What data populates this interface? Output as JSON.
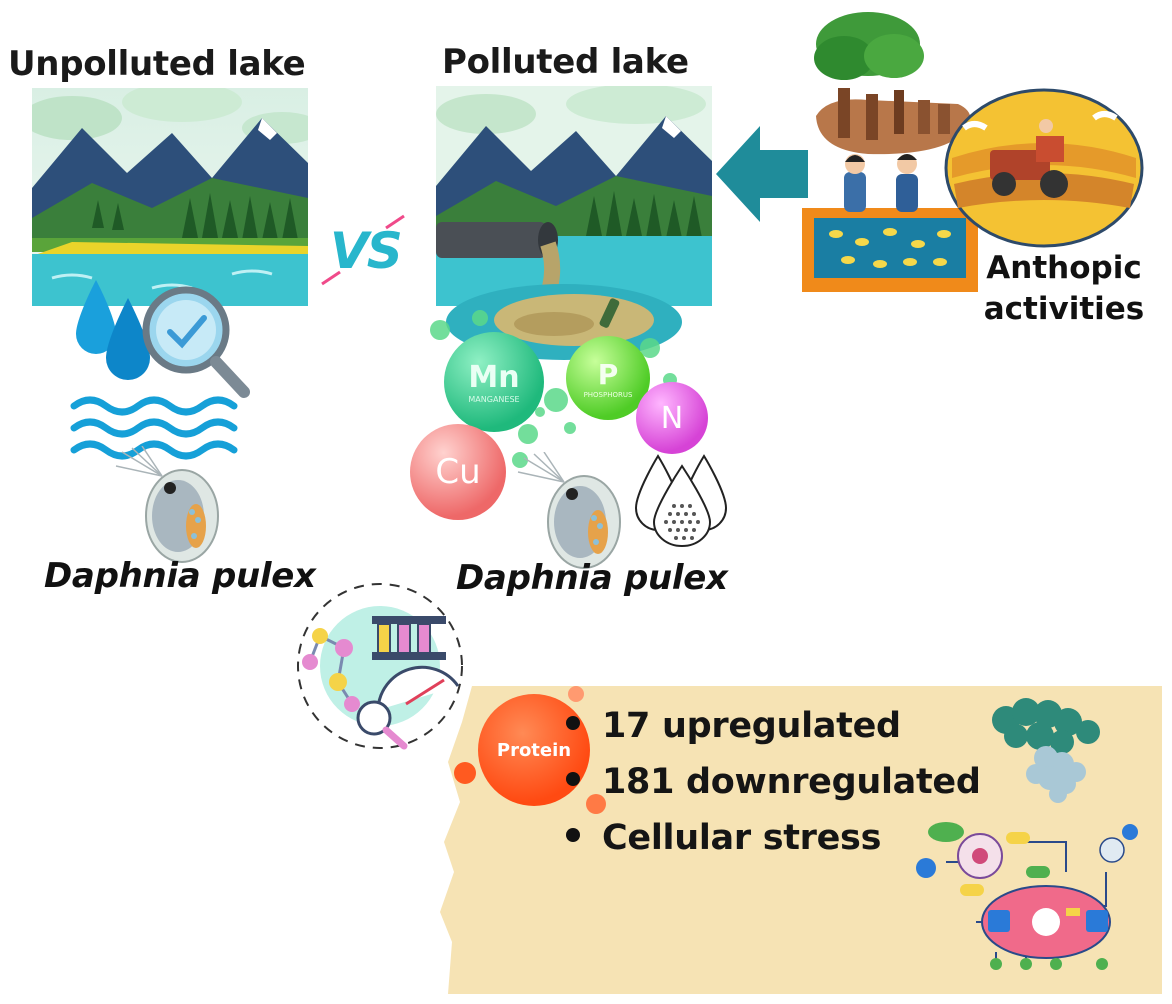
{
  "left_scene": {
    "title": "Unpolluted lake",
    "organism": "Daphnia pulex"
  },
  "vs_label": "VS",
  "right_scene": {
    "title": "Polluted lake",
    "organism": "Daphnia pulex"
  },
  "anthropic": {
    "line1": "Anthopic",
    "line2": "activities"
  },
  "elements": [
    {
      "symbol": "Mn",
      "name": "MANGANESE",
      "color": "#2fc488"
    },
    {
      "symbol": "P",
      "name": "PHOSPHORUS",
      "color": "#62d83a"
    },
    {
      "symbol": "N",
      "name": "",
      "color": "#d84bd8"
    },
    {
      "symbol": "Cu",
      "name": "",
      "color": "#f0787a"
    }
  ],
  "protein_label": "Protein",
  "results": [
    "17 upregulated",
    "181 downregulated",
    "Cellular stress"
  ],
  "colors": {
    "arrow": "#1f8c9a",
    "panel": "#f6e3b4",
    "protein": "#ff4a12",
    "vs": "#28b6cc"
  }
}
